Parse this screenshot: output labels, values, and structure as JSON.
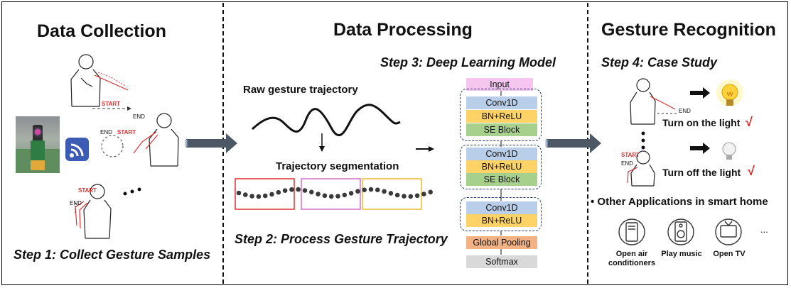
{
  "sections": {
    "collection": "Data Collection",
    "processing": "Data Processing",
    "recognition": "Gesture Recognition"
  },
  "steps": {
    "step1": "Step 1: Collect Gesture Samples",
    "step2": "Step 2: Process Gesture Trajectory",
    "step3": "Step 3: Deep Learning Model",
    "step4": "Step 4: Case Study"
  },
  "collection": {
    "start1": "START",
    "end1": "END",
    "end2": "END",
    "start2": "START",
    "start3": "START",
    "end3": "END"
  },
  "processing": {
    "raw": "Raw gesture trajectory",
    "segmentation": "Trajectory segmentation"
  },
  "model": {
    "input": "Input",
    "block1": [
      "Conv1D",
      "BN+ReLU",
      "SE Block"
    ],
    "block2": [
      "Conv1D",
      "BN+ReLU",
      "SE Block"
    ],
    "block3": [
      "Conv1D",
      "BN+ReLU"
    ],
    "pooling": "Global Pooling",
    "softmax": "Softmax"
  },
  "case": {
    "end_a": "END",
    "start_b": "START",
    "end_b": "END",
    "light_on": "Turn on the light",
    "light_off": "Turn off the light",
    "check": "√",
    "other": "• Other Applications in smart home",
    "apps": [
      "Open air conditioners",
      "Play music",
      "Open TV"
    ],
    "ellipsis": "..."
  },
  "colors": {
    "input": "#f6c6f1",
    "conv": "#b9cfe9",
    "bn": "#fdd266",
    "se": "#a8d08d",
    "pooling": "#f4b183",
    "softmax": "#d9d9d9",
    "dash_box": "#1f3a6b",
    "seg_red": "#e03030",
    "seg_pink": "#d070c8",
    "seg_yellow": "#f0b830",
    "check": "#e02020",
    "arrow": "#4d5866"
  },
  "icons": [
    "wireless-signal-icon",
    "air-conditioner-icon",
    "speaker-icon",
    "tv-icon",
    "light-bulb-on-icon",
    "light-bulb-off-icon"
  ]
}
